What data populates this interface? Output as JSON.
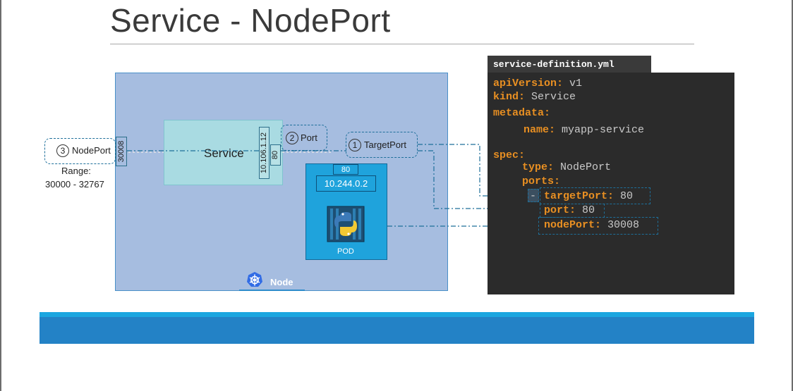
{
  "slide": {
    "title": "Service - NodePort"
  },
  "diagram": {
    "node_label": "Node",
    "service_label": "Service",
    "service_ip": "10.106.1.12",
    "service_port_value": "80",
    "node_port_value": "30008",
    "nodeport_label": "NodePort",
    "nodeport_number": "3",
    "port_label": "Port",
    "port_number": "2",
    "targetport_label": "TargetPort",
    "targetport_number": "1",
    "range_label": "Range:",
    "range_value": "30000 - 32767",
    "pod_port": "80",
    "pod_ip": "10.244.0.2",
    "pod_label": "POD"
  },
  "code": {
    "filename": "service-definition.yml",
    "apiVersion_key": "apiVersion:",
    "apiVersion_value": "v1",
    "kind_key": "kind:",
    "kind_value": "Service",
    "metadata_key": "metadata:",
    "name_key": "name:",
    "name_value": "myapp-service",
    "spec_key": "spec:",
    "type_key": "type:",
    "type_value": "NodePort",
    "ports_key": "ports:",
    "list_dash": "-",
    "targetPort_key": "targetPort:",
    "targetPort_value": "80",
    "port_key": "port:",
    "port_value": "80",
    "nodePort_key": "nodePort:",
    "nodePort_value": "30008"
  },
  "colors": {
    "node_fill": "#a6bde0",
    "service_fill": "#a9dbe2",
    "pod_fill": "#1fa3dc",
    "code_bg": "#2b2b2b",
    "code_key": "#e88f22",
    "connector": "#1e6f9a",
    "footer_bar": "#2382c6"
  }
}
